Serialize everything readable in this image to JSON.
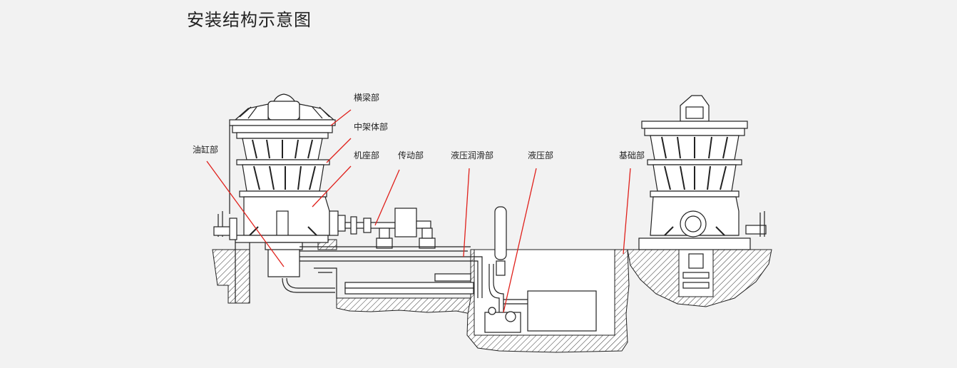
{
  "title": "安装结构示意图",
  "labels": {
    "crossbeam": "横梁部",
    "midframe": "中架体部",
    "base": "机座部",
    "cylinder": "油缸部",
    "drive": "传动部",
    "lube": "液压润滑部",
    "hydraulic": "液压部",
    "foundation": "基础部"
  },
  "colors": {
    "leader": "#e0201b",
    "line": "#222222",
    "background": "#f2f2f2"
  }
}
